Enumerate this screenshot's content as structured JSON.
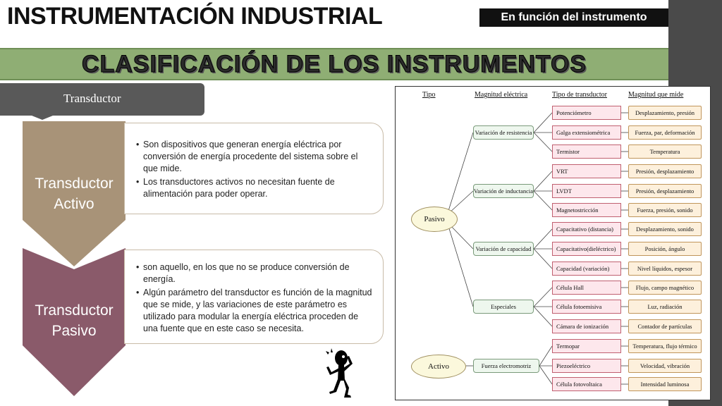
{
  "header": {
    "title": "INSTRUMENTACIÓN INDUSTRIAL",
    "tag": "En función del instrumento"
  },
  "banner": {
    "text": "CLASIFICACIÓN DE LOS INSTRUMENTOS"
  },
  "tab": {
    "label": "Transductor"
  },
  "sections": [
    {
      "heading": "Transductor Activo",
      "bullets": [
        "Son dispositivos que generan energía eléctrica por conversión de energía procedente del sistema sobre el que mide.",
        "Los transductores activos no necesitan fuente de alimentación para poder operar."
      ]
    },
    {
      "heading": "Transductor Pasivo",
      "bullets": [
        "son aquello, en los que no se produce conversión de energía.",
        "Algún parámetro del transductor es función de la magnitud que se mide, y las variaciones de este parámetro es utilizado para modular la energía eléctrica proceden de una fuente que en este caso se necesita."
      ]
    }
  ],
  "colors": {
    "active": "#a89378",
    "passive": "#8a5a6a",
    "banner": "#8fae74",
    "tab": "#595959"
  },
  "diagram": {
    "headers": [
      "Tipo",
      "Magnitud eléctrica",
      "Tipo de transductor",
      "Magnitud que mide"
    ],
    "roots": [
      "Pasivo",
      "Activo"
    ],
    "magnitudes": [
      "Variación de resistencia",
      "Variación de inductancia",
      "Variación de capacidad",
      "Especiales",
      "Fuerza electromotriz"
    ],
    "transducers": [
      "Potenciómetro",
      "Galga extensiométrica",
      "Termistor",
      "VRT",
      "LVDT",
      "Magnetostricción",
      "Capacitativo (distancia)",
      "Capacitativo(dieléctrico)",
      "Capacidad (variación)",
      "Célula Hall",
      "Célula fotoemisiva",
      "Cámara de ionización",
      "Termopar",
      "Piezoeléctrico",
      "Célula fotovoltaica"
    ],
    "measures": [
      "Desplazamiento, presión",
      "Fuerza, par, deformación",
      "Temperatura",
      "Presión, desplazamiento",
      "Presión, desplazamiento",
      "Fuerza, presión, sonido",
      "Desplazamiento, sonido",
      "Posición, ángulo",
      "Nivel líquidos, espesor",
      "Flujo, campo magnético",
      "Luz, radiación",
      "Contador de partículas",
      "Temperatura, flujo térmico",
      "Velocidad, vibración",
      "Intensidad luminosa"
    ]
  }
}
